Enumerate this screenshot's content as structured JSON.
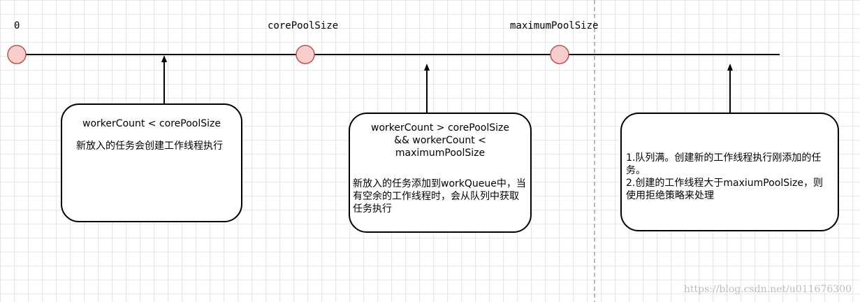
{
  "colors": {
    "line": "#000000",
    "marker_fill": "#f8cecc",
    "marker_stroke": "#b85450",
    "grid": "#e6e6e6",
    "separator": "#a0a0a0"
  },
  "timeline": {
    "labels": [
      "0",
      "corePoolSize",
      "maximumPoolSize"
    ]
  },
  "boxes": {
    "box1": {
      "condition": "workerCount < corePoolSize",
      "description": "新放入的任务会创建工作线程执行"
    },
    "box2": {
      "condition_line1": "workerCount > corePoolSize",
      "condition_line2": "&& workerCount < maximumPoolSize",
      "description": "新放入的任务添加到workQueue中，当有空余的工作线程时，会从队列中获取任务执行"
    },
    "box3": {
      "line1": "1.队列满。创建新的工作线程执行刚添加的任务。",
      "line2": "2.创建的工作线程大于maxiumPoolSize，则使用拒绝策略来处理"
    }
  },
  "watermark": "https://blog.csdn.net/u011676300"
}
